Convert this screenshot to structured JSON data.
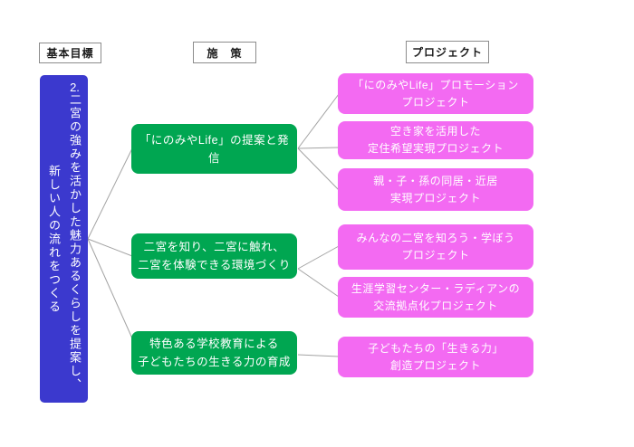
{
  "headers": {
    "goal": "基本目標",
    "measure": "施　策",
    "project": "プロジェクト"
  },
  "basic_goal": {
    "number": "2.",
    "line1": "二宮の強みを活かした魅力あるくらしを提案し、",
    "line2": "新しい人の流れをつくる"
  },
  "measures": [
    {
      "text": "「にのみやLife」の提案と発信"
    },
    {
      "text": "二宮を知り、二宮に触れ、\n二宮を体験できる環境づくり"
    },
    {
      "text": "特色ある学校教育による\n子どもたちの生きる力の育成"
    }
  ],
  "projects": [
    {
      "text": "「にのみやLife」プロモーション\nプロジェクト"
    },
    {
      "text": "空き家を活用した\n定住希望実現プロジェクト"
    },
    {
      "text": "親・子・孫の同居・近居\n実現プロジェクト"
    },
    {
      "text": "みんなの二宮を知ろう・学ぼう\nプロジェクト"
    },
    {
      "text": "生涯学習センター・ラディアンの\n交流拠点化プロジェクト"
    },
    {
      "text": "子どもたちの「生きる力」\n創造プロジェクト"
    }
  ],
  "connections": {
    "goal_to_measures": [
      0,
      1,
      2
    ],
    "measure_to_projects": [
      [
        0,
        1,
        2
      ],
      [
        3,
        4
      ],
      [
        5
      ]
    ]
  },
  "colors": {
    "goal_blue": "#3b39ce",
    "measure_green": "#00a651",
    "project_magenta": "#f36af2",
    "connector_gray": "#a3a3a3",
    "header_border": "#8c8c8c"
  }
}
